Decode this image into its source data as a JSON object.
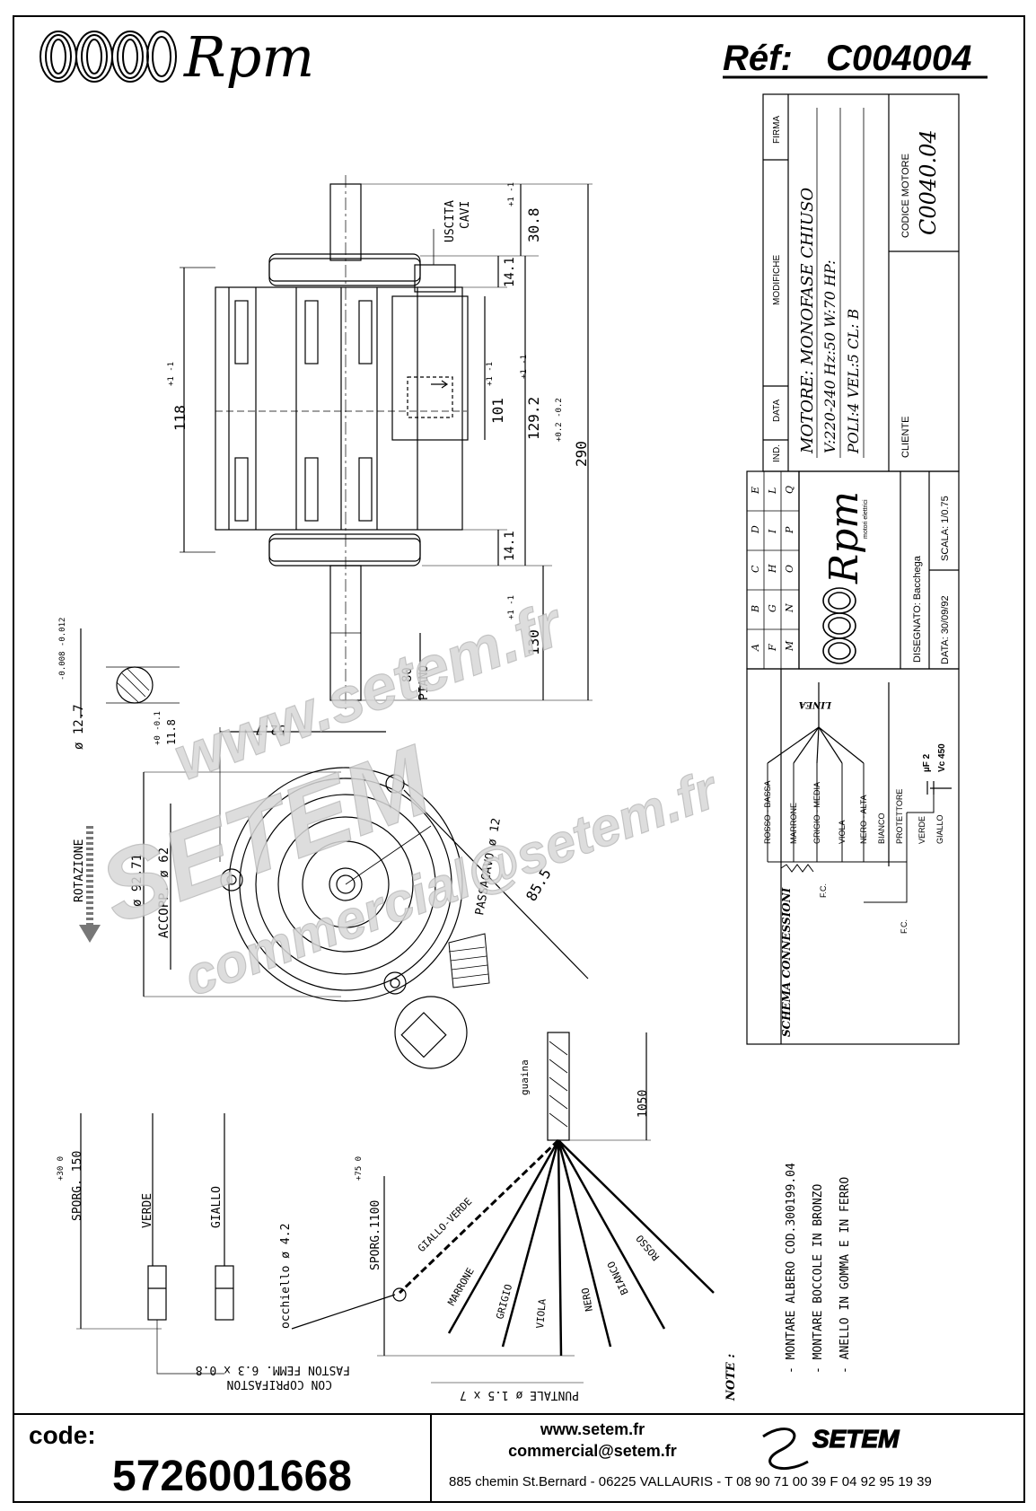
{
  "header": {
    "brand": "Rpm",
    "ref_label": "Réf:",
    "ref_code": "C004004"
  },
  "title_block": {
    "firma": "FIRMA",
    "modifiche": "MODIFICHE",
    "data": "DATA",
    "ind": "IND.",
    "motor_line1": "MOTORE: MONOFASE CHIUSO",
    "motor_line2": "V:220-240    Hz:50    W:70    HP:",
    "motor_line3": "POLI:4    VEL:5    CL: B",
    "codice_label": "CODICE MOTORE",
    "codice_value": "C0040.04",
    "cliente": "CLIENTE",
    "revision_letters": [
      "A",
      "B",
      "C",
      "D",
      "E",
      "F",
      "G",
      "H",
      "I",
      "L",
      "M",
      "N",
      "O",
      "P",
      "Q"
    ],
    "logo_text": "Rpm",
    "logo_sub": "motori elettrici",
    "disegnato": "DISEGNATO: Bacchega",
    "scala": "SCALA: 1/0.75",
    "data_value": "DATA: 30/09/92"
  },
  "schema": {
    "title": "SCHEMA CONNESSIONI",
    "linea": "LINEA",
    "wires": [
      "ROSSO - BASSA",
      "MARRONE",
      "GRIGIO - MEDIA",
      "VIOLA",
      "NERO - ALTA",
      "BIANCO",
      "PROTETTORE",
      "VERDE",
      "GIALLO"
    ],
    "fc1": "F.C.",
    "fc2": "F.C.",
    "cap1": "µF 2",
    "cap2": "Vc 450"
  },
  "dimensions": {
    "d118": "118",
    "d118_tol": "+1 -1",
    "d101": "101",
    "d101_tol": "+1 -1",
    "d129": "129.2",
    "d129_tol": "+1 -1",
    "d290": "290",
    "d290_tol": "+0.2 -0.2",
    "d30_8": "30.8",
    "d30_8_tol": "+1 -1",
    "d14_1a": "14.1",
    "d14_1b": "14.1",
    "d130": "130",
    "d130_tol": "+1 -1",
    "d80": "80",
    "piano": "PIANO",
    "uscita_cavi_1": "USCITA",
    "uscita_cavi_2": "CAVI",
    "shaft_dia": "ø 12.7",
    "shaft_tol": "-0.008 -0.012",
    "flat": "11.8",
    "flat_tol": "+0 -0.1",
    "d52_7": "52.7",
    "rotazione": "ROTAZIONE",
    "d92_71": "ø 92.71",
    "accopp": "ACCOPP. ø 62",
    "passacavo": "PASSACAVO ø 12",
    "d85_5": "85.5"
  },
  "cables": {
    "guaina": "guaina",
    "d1050": "1050",
    "sporg150": "SPORG. 150",
    "sporg150_tol": "+30 0",
    "verde": "VERDE",
    "giallo": "GIALLO",
    "occhiello": "occhiello ø 4.2",
    "sporg1100": "SPORG.1100",
    "sporg1100_tol": "+75 0",
    "fan_wires": [
      "GIALLO-VERDE",
      "MARRONE",
      "GRIGIO",
      "VIOLA",
      "NERO",
      "BIANCO",
      "ROSSO"
    ],
    "faston1": "FASTON FEMM. 6.3 x 0.8",
    "faston2": "CON COPRIFASTON",
    "puntale": "PUNTALE ø 1.5 x 7"
  },
  "notes": {
    "label": "NOTE :",
    "lines": [
      "- MONTARE ALBERO COD.300199.04",
      "- MONTARE BOCCOLE IN BRONZO",
      "- ANELLO IN GOMMA E IN FERRO"
    ]
  },
  "watermark": {
    "line1": "www.setem.fr",
    "line2": "SETEM",
    "line3": "commercial@setem.fr"
  },
  "footer": {
    "code_label": "code:",
    "code_value": "5726001668",
    "website": "www.setem.fr",
    "email": "commercial@setem.fr",
    "address": "885 chemin St.Bernard  -  06225 VALLAURIS  -  T 08 90 71 00 39   F 04 92 95 19 39",
    "company": "SETEM"
  }
}
